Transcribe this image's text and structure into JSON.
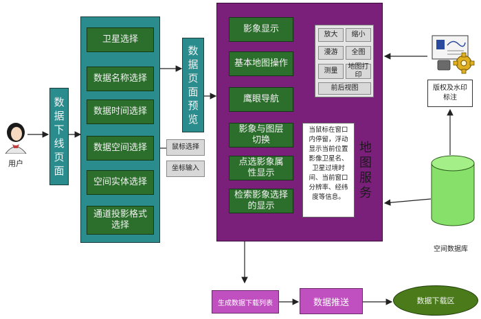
{
  "user": {
    "label": "用户"
  },
  "download_page": {
    "label": "数据下线页面"
  },
  "selection_panel": {
    "items": [
      "卫星选择",
      "数据名称选择",
      "数据时间选择",
      "数据空间选择",
      "空间实体选择",
      "通道投影格式选择"
    ]
  },
  "spatial_options": [
    "鼠标选择",
    "坐标输入"
  ],
  "preview": {
    "label": "数据页面预览"
  },
  "map_service": {
    "label": "地图服务",
    "items": [
      "影象显示",
      "基本地图操作",
      "鹰眼导航",
      "影象与图层切换",
      "点选影象属性显示",
      "检索影象选择的显示"
    ],
    "tools": [
      "放大",
      "缩小",
      "漫游",
      "全图",
      "测量",
      "地图打印"
    ],
    "tools_footer": "前后视图",
    "note": "当鼠标在窗口内停留，浮动显示当前位置影像卫星名、卫星过境时间、当前窗口分辨率、经纬度等信息。"
  },
  "watermark": {
    "label": "版权及水印标注"
  },
  "database": {
    "label": "空间数据库"
  },
  "flow": {
    "list": "生成数据下载列表",
    "push": "数据推送",
    "download_zone": "数据下载区"
  },
  "colors": {
    "teal": "#2a8c8c",
    "green": "#2c6f2c",
    "purple": "#7a1f7a",
    "pink": "#c050c0",
    "cylinder": "#86e06a",
    "ellipse": "#4a7a1a"
  }
}
